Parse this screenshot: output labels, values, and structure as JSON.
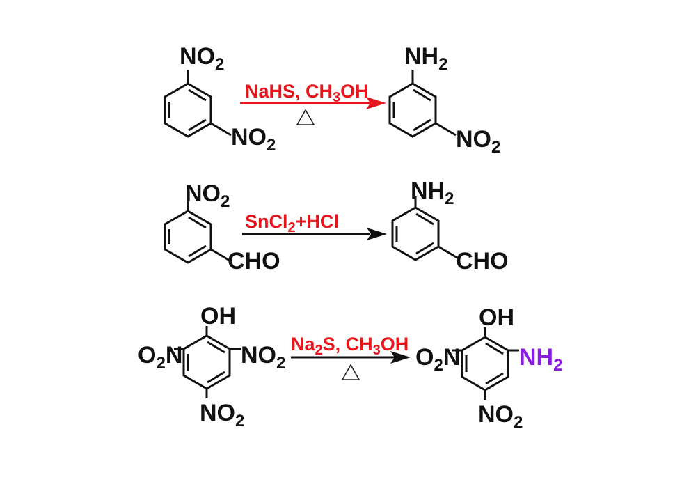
{
  "reactions": [
    {
      "reactant": {
        "substituents": {
          "top": "NO",
          "top_sub": "2",
          "lower_right": "NO",
          "lower_right_sub": "2"
        }
      },
      "conditions": {
        "line1": "NaHS, CH",
        "line1_sub": "3",
        "line1_end": "OH",
        "heat": "△"
      },
      "product": {
        "substituents": {
          "top": "NH",
          "top_sub": "2",
          "lower_right": "NO",
          "lower_right_sub": "2"
        }
      },
      "arrow_color": "#e8141b"
    },
    {
      "reactant": {
        "substituents": {
          "top": "NO",
          "top_sub": "2",
          "lower_right": "CHO"
        }
      },
      "conditions": {
        "line1": "SnCl",
        "line1_sub": "2",
        "line1_end": "+HCl"
      },
      "product": {
        "substituents": {
          "top": "NH",
          "top_sub": "2",
          "lower_right": "CHO"
        }
      },
      "arrow_color": "#111111"
    },
    {
      "reactant": {
        "substituents": {
          "top": "OH",
          "left_pre": "O",
          "left_sub": "2",
          "left_end": "N",
          "right": "NO",
          "right_sub": "2",
          "bottom": "NO",
          "bottom_sub": "2"
        }
      },
      "conditions": {
        "line1": "Na",
        "line1_sub": "2",
        "line1_mid": "S, CH",
        "line1_sub2": "3",
        "line1_end": "OH",
        "heat": "△"
      },
      "product": {
        "substituents": {
          "top": "OH",
          "left_pre": "O",
          "left_sub": "2",
          "left_end": "N",
          "right": "NH",
          "right_sub": "2",
          "bottom": "NO",
          "bottom_sub": "2"
        }
      },
      "arrow_color": "#111111"
    }
  ],
  "colors": {
    "reagent": "#e8141b",
    "new_group": "#8a1be0",
    "bond": "#111111"
  }
}
